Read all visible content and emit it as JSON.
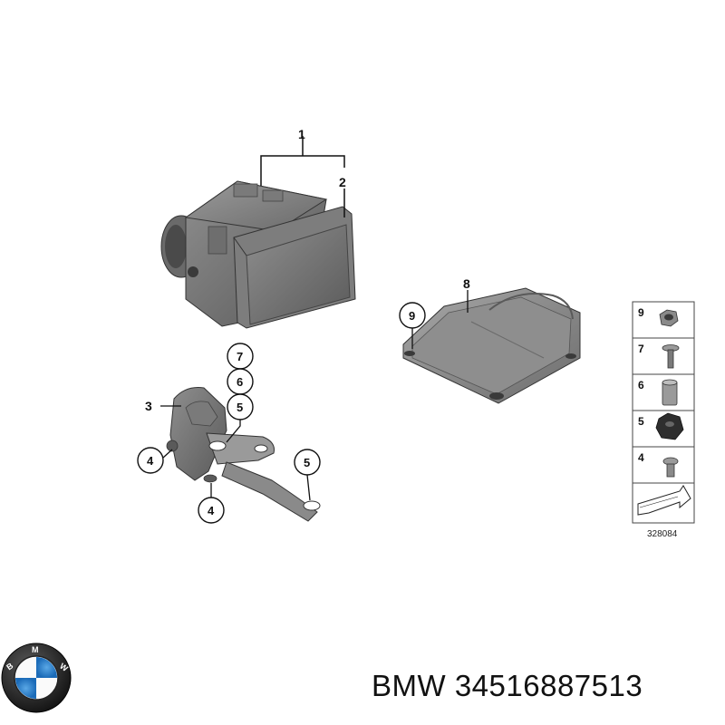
{
  "diagram": {
    "callouts": {
      "c1": "1",
      "c2": "2",
      "c3": "3",
      "c4a": "4",
      "c4b": "4",
      "c5a": "5",
      "c5b": "5",
      "c6": "6",
      "c7": "7",
      "c8": "8",
      "c9": "9"
    },
    "legend": {
      "items": [
        {
          "num": "9",
          "part": "nut-icon"
        },
        {
          "num": "7",
          "part": "bolt-with-washer-icon"
        },
        {
          "num": "6",
          "part": "sleeve-icon"
        },
        {
          "num": "5",
          "part": "rubber-mount-icon"
        },
        {
          "num": "4",
          "part": "screw-icon"
        }
      ],
      "diagram_id": "328084"
    }
  },
  "caption": {
    "brand": "BMW",
    "part_number": "34516887513"
  },
  "colors": {
    "part_dark": "#5d5d5d",
    "part_mid": "#8a8a8a",
    "part_light": "#b3b3b3",
    "line": "#111111"
  }
}
